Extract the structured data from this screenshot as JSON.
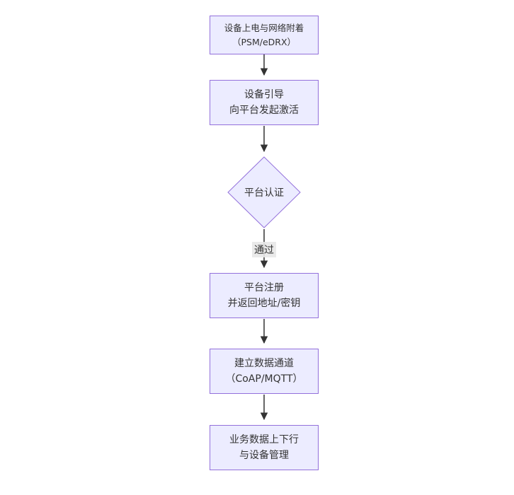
{
  "diagram": {
    "type": "flowchart-vertical",
    "nodes": {
      "power_on": {
        "line1": "设备上电与网络附着",
        "line2": "（PSM/eDRX）"
      },
      "bootstrap": {
        "line1": "设备引导",
        "line2": "向平台发起激活"
      },
      "auth": {
        "label": "平台认证"
      },
      "register": {
        "line1": "平台注册",
        "line2": "并返回地址/密钥"
      },
      "channel": {
        "line1": "建立数据通道",
        "line2": "（CoAP/MQTT）"
      },
      "business": {
        "line1": "业务数据上下行",
        "line2": "与设备管理"
      }
    },
    "edges": {
      "auth_pass_label": "通过"
    },
    "colors": {
      "node_fill": "#ECECFF",
      "node_border": "#9370DB",
      "arrow": "#333333",
      "text": "#333333",
      "edge_label_bg": "#e8e8e8"
    }
  }
}
